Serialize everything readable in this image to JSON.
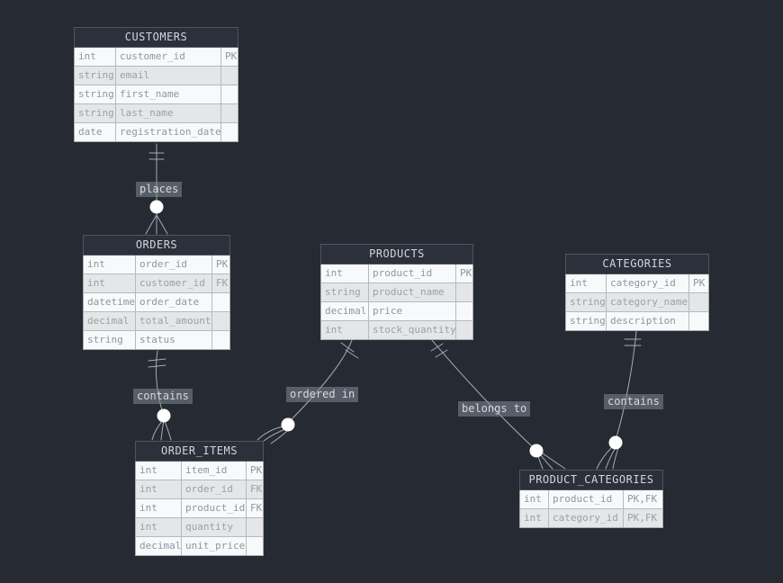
{
  "entities": [
    {
      "title": "CUSTOMERS",
      "columns": [
        {
          "type": "int",
          "name": "customer_id",
          "key": "PK"
        },
        {
          "type": "string",
          "name": "email",
          "key": ""
        },
        {
          "type": "string",
          "name": "first_name",
          "key": ""
        },
        {
          "type": "string",
          "name": "last_name",
          "key": ""
        },
        {
          "type": "date",
          "name": "registration_date",
          "key": ""
        }
      ]
    },
    {
      "title": "ORDERS",
      "columns": [
        {
          "type": "int",
          "name": "order_id",
          "key": "PK"
        },
        {
          "type": "int",
          "name": "customer_id",
          "key": "FK"
        },
        {
          "type": "datetime",
          "name": "order_date",
          "key": ""
        },
        {
          "type": "decimal",
          "name": "total_amount",
          "key": ""
        },
        {
          "type": "string",
          "name": "status",
          "key": ""
        }
      ]
    },
    {
      "title": "PRODUCTS",
      "columns": [
        {
          "type": "int",
          "name": "product_id",
          "key": "PK"
        },
        {
          "type": "string",
          "name": "product_name",
          "key": ""
        },
        {
          "type": "decimal",
          "name": "price",
          "key": ""
        },
        {
          "type": "int",
          "name": "stock_quantity",
          "key": ""
        }
      ]
    },
    {
      "title": "CATEGORIES",
      "columns": [
        {
          "type": "int",
          "name": "category_id",
          "key": "PK"
        },
        {
          "type": "string",
          "name": "category_name",
          "key": ""
        },
        {
          "type": "string",
          "name": "description",
          "key": ""
        }
      ]
    },
    {
      "title": "ORDER_ITEMS",
      "columns": [
        {
          "type": "int",
          "name": "item_id",
          "key": "PK"
        },
        {
          "type": "int",
          "name": "order_id",
          "key": "FK"
        },
        {
          "type": "int",
          "name": "product_id",
          "key": "FK"
        },
        {
          "type": "int",
          "name": "quantity",
          "key": ""
        },
        {
          "type": "decimal",
          "name": "unit_price",
          "key": ""
        }
      ]
    },
    {
      "title": "PRODUCT_CATEGORIES",
      "columns": [
        {
          "type": "int",
          "name": "product_id",
          "key": "PK,FK"
        },
        {
          "type": "int",
          "name": "category_id",
          "key": "PK,FK"
        }
      ]
    }
  ],
  "relationships": [
    {
      "label": "places",
      "from": "CUSTOMERS",
      "to": "ORDERS",
      "cardinality": "one-to-many"
    },
    {
      "label": "contains",
      "from": "ORDERS",
      "to": "ORDER_ITEMS",
      "cardinality": "one-to-many"
    },
    {
      "label": "ordered in",
      "from": "PRODUCTS",
      "to": "ORDER_ITEMS",
      "cardinality": "one-to-many"
    },
    {
      "label": "belongs to",
      "from": "PRODUCTS",
      "to": "PRODUCT_CATEGORIES",
      "cardinality": "one-to-many"
    },
    {
      "label": "contains",
      "from": "CATEGORIES",
      "to": "PRODUCT_CATEGORIES",
      "cardinality": "one-to-many"
    }
  ],
  "colors": {
    "background": "#262a33",
    "header_bg": "#2b303b",
    "header_text": "#d2d6dd",
    "row_bg": "#f8f9fa",
    "row_alt_bg": "#e5e6e8",
    "row_text": "#8f96a0",
    "line": "#a6abb3",
    "handle": "#ffffff",
    "label_bg": "#808894",
    "label_text": "#d6dae0"
  }
}
